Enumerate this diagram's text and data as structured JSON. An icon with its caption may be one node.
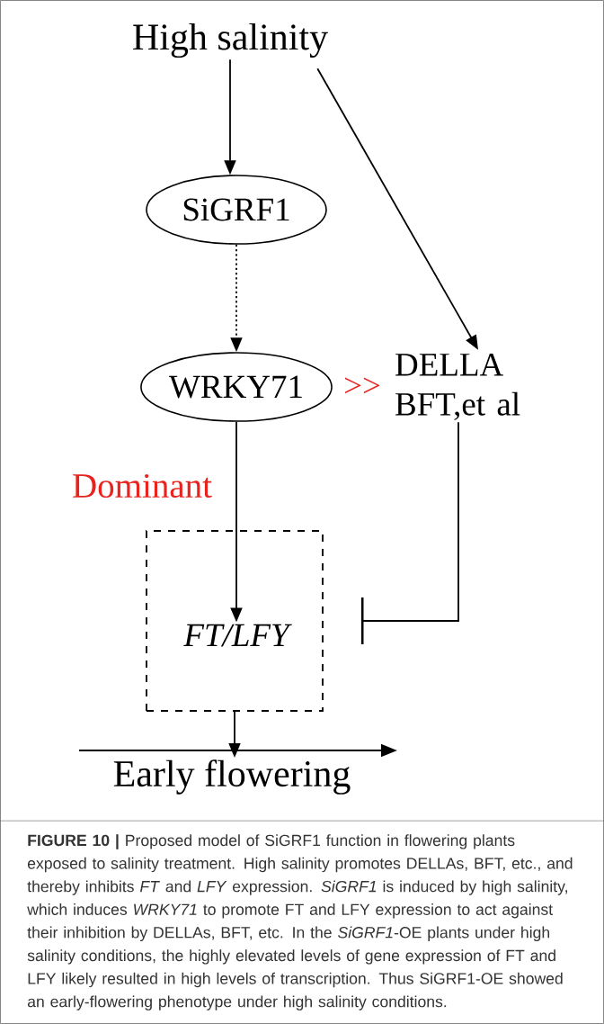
{
  "diagram": {
    "caption": "**FIGURE 10 |** Proposed model of SiGRF1 function in flowering plants exposed to salinity treatment. High salinity promotes DELLAs, BFT, etc., and thereby inhibits *FT* and *LFY* expression. *SiGRF1* is induced by high salinity, which induces *WRKY71* to promote FT and LFY expression to act against their inhibition by DELLAs, BFT, etc. In the *SiGRF1*-OE plants under high salinity conditions, the highly elevated levels of gene expression of FT and LFY likely resulted in high levels of transcription. Thus SiGRF1-OE showed an early-flowering phenotype under high salinity conditions.",
    "nodes": [
      {
        "text": [
          "High salinity"
        ]
      },
      {
        "text": [
          "SiGRF1"
        ]
      },
      {
        "text": [
          "WRKY71"
        ]
      },
      {
        "text": [
          "DELLA BFT,et al"
        ]
      },
      {
        "text": [],
        "shape": "box"
      },
      {
        "text": [
          "FT/LFY"
        ],
        "in": 4
      },
      {
        "text": [
          "Early flowering"
        ]
      }
    ],
    "edges": [
      {
        "from": 0,
        "to": 1,
        "arrow": "to"
      },
      {
        "from": 0,
        "to": 3,
        "arrow": "to"
      },
      {
        "from": 1,
        "to": 2,
        "arrow": "to",
        "style": "dashed"
      },
      {
        "from": 2,
        "to": 5,
        "arrow": "to",
        "label": "Dominant"
      },
      {
        "from": 3,
        "to": 4,
        "arrow": "other"
      },
      {
        "from": 4,
        "to": 6,
        "arrow": "to"
      }
    ],
    "labels": [
      ">>"
    ]
  }
}
